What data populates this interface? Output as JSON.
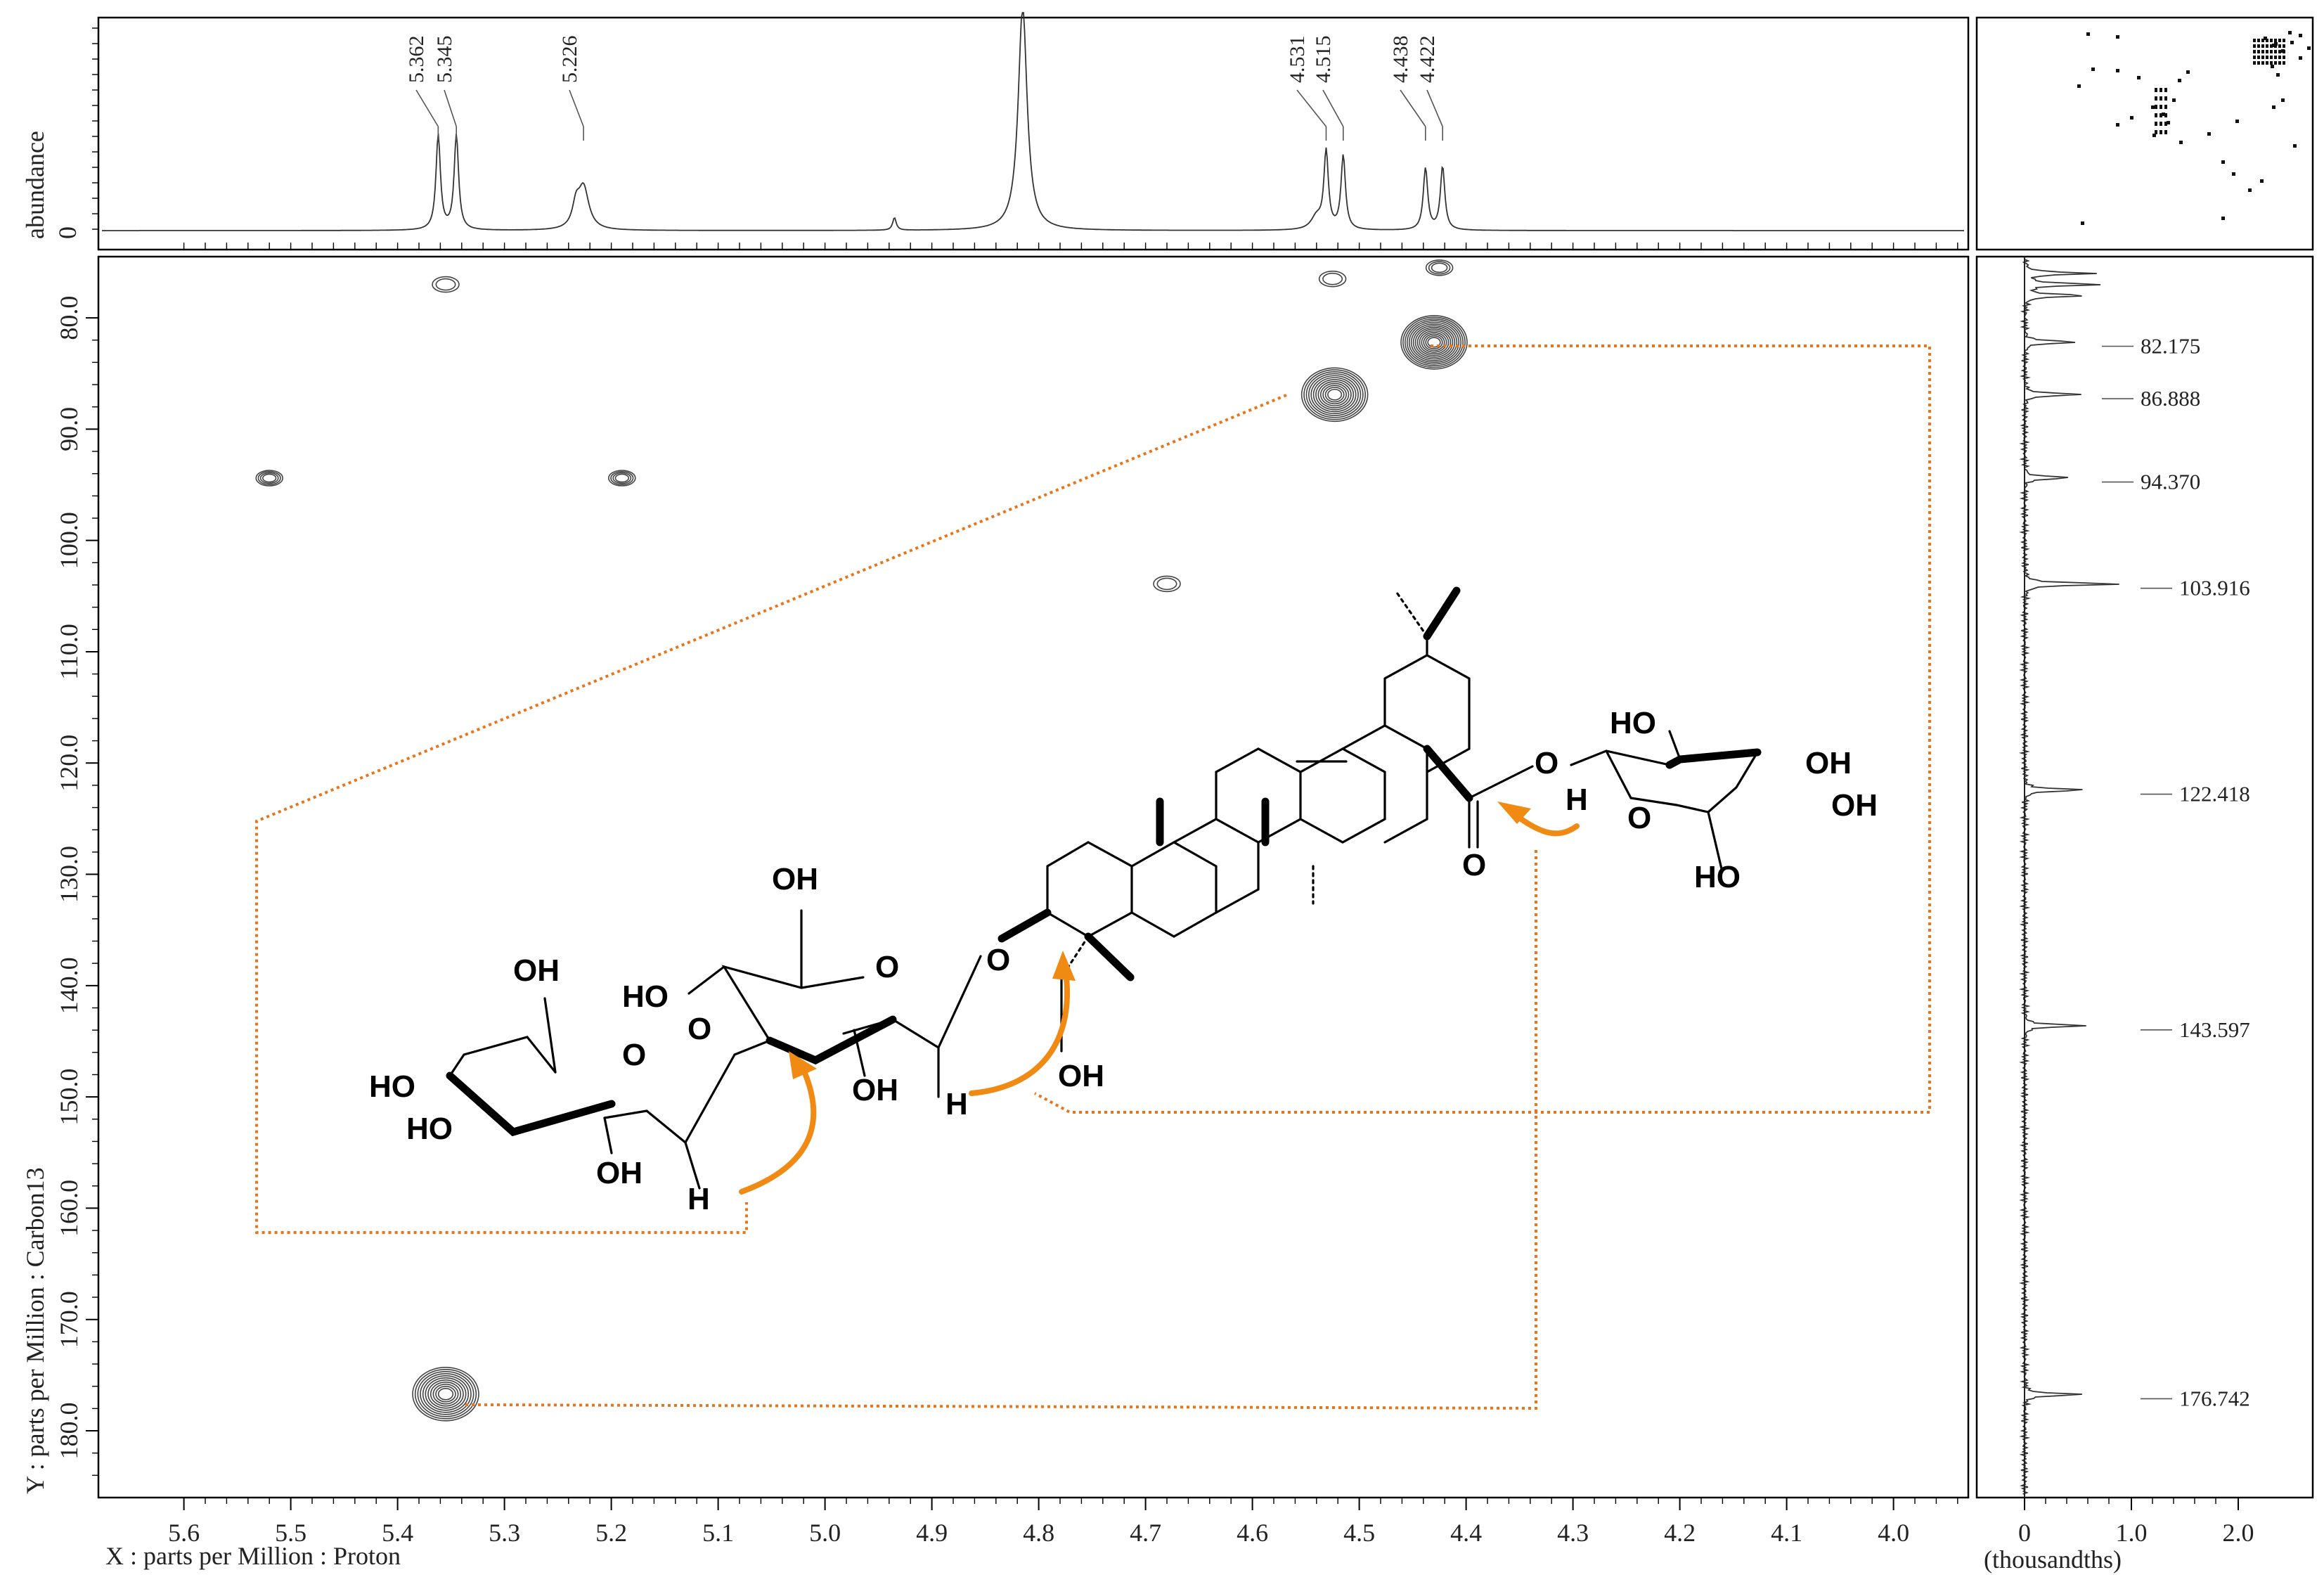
{
  "chart_data": {
    "type": "hmbc_2d_nmr",
    "x_axis": {
      "label": "X : parts per Million : Proton",
      "range": [
        5.68,
        3.93
      ],
      "ticks": [
        "5.6",
        "5.5",
        "5.4",
        "5.3",
        "5.2",
        "5.1",
        "5.0",
        "4.9",
        "4.8",
        "4.7",
        "4.6",
        "4.5",
        "4.4",
        "4.3",
        "4.2",
        "4.1",
        "4.0"
      ]
    },
    "y_axis": {
      "label": "Y : parts per Million : Carbon13",
      "range": [
        74.5,
        186
      ],
      "ticks": [
        "80.0",
        "90.0",
        "100.0",
        "110.0",
        "120.0",
        "130.0",
        "140.0",
        "150.0",
        "160.0",
        "170.0",
        "180.0"
      ]
    },
    "top_projection": {
      "ylabel": "abundance",
      "zero_label": "0",
      "peak_labels": [
        "5.362",
        "5.345",
        "5.226",
        "4.531",
        "4.515",
        "4.438",
        "4.422"
      ]
    },
    "right_projection": {
      "xlabel": "(thousandths)",
      "ticks": [
        "0",
        "1.0",
        "2.0"
      ],
      "peak_labels": [
        "82.175",
        "86.888",
        "94.370",
        "103.916",
        "122.418",
        "143.597",
        "176.742"
      ]
    },
    "correlations": [
      {
        "h": 4.43,
        "c": 82.2
      },
      {
        "h": 4.523,
        "c": 86.9
      },
      {
        "h": 5.355,
        "c": 176.7
      },
      {
        "h": 5.52,
        "c": 94.4
      },
      {
        "h": 5.19,
        "c": 94.4
      },
      {
        "h": 4.68,
        "c": 103.9
      },
      {
        "h": 5.355,
        "c": 77.0
      },
      {
        "h": 4.525,
        "c": 76.5
      },
      {
        "h": 4.425,
        "c": 75.5
      }
    ],
    "structure_labels": {
      "oh": "OH",
      "ho": "HO",
      "o": "O",
      "h": "H"
    },
    "colors": {
      "annotation": "#e8751a",
      "arrow": "#f08a12",
      "contour": "#444444"
    }
  }
}
